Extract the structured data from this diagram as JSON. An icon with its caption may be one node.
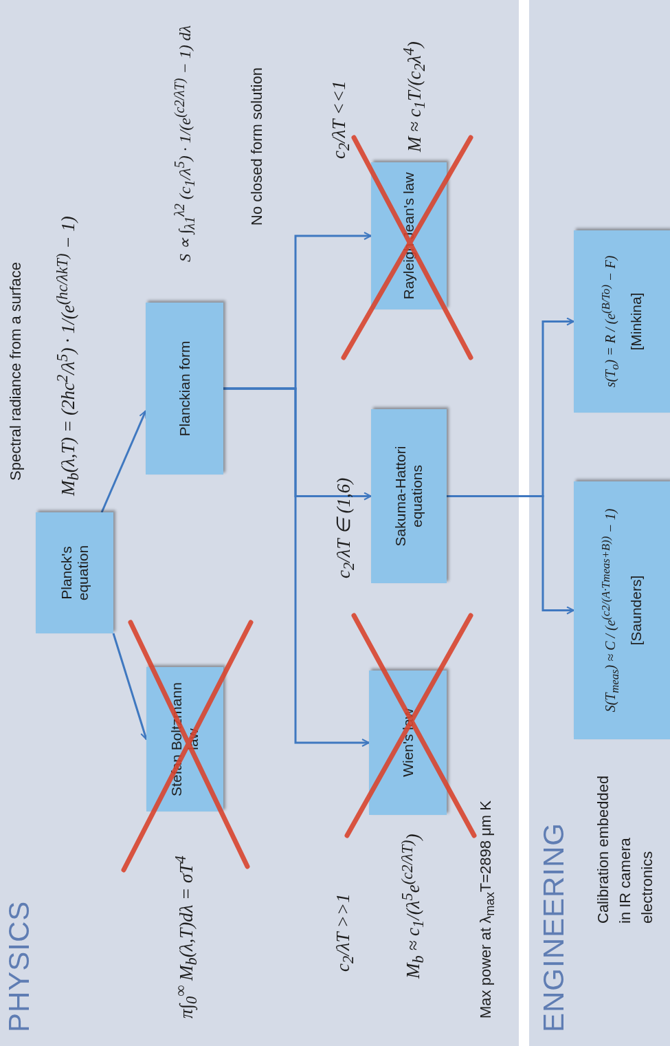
{
  "diagram": {
    "nodes": [
      {
        "text": [
          "Planck's equation"
        ]
      },
      {
        "text": [
          "Planckian form"
        ]
      },
      {
        "text": [
          "Stefan Boltzmann law"
        ]
      },
      {
        "text": [
          "Wien's law"
        ]
      },
      {
        "text": [
          "Sakuma-Hattori equations"
        ]
      },
      {
        "text": [
          "Rayleigh Jean's law"
        ]
      },
      {
        "text": [
          "S(T$_{meas}$) ≈ C / (e$^{(c2/(A·Tmeas+B))}$ − 1)",
          "[Saunders]"
        ]
      },
      {
        "text": [
          "s(T$_{o}$) = R / (e$^{(B/To)}$ − F)",
          "[Minkina]"
        ]
      }
    ],
    "edges": [
      {
        "from": 0,
        "to": 2,
        "arrow": "to"
      },
      {
        "from": 0,
        "to": 1,
        "arrow": "to"
      },
      {
        "from": 1,
        "to": 3,
        "arrow": "to"
      },
      {
        "from": 1,
        "to": 4,
        "arrow": "to"
      },
      {
        "from": 1,
        "to": 5,
        "arrow": "to"
      },
      {
        "from": 4,
        "to": 6,
        "arrow": "to"
      },
      {
        "from": 4,
        "to": 7,
        "arrow": "to"
      }
    ],
    "labels": [
      "PHYSICS",
      "Spectral radiance from a surface",
      "M$_{b}$(λ,T) = (2hc$^{2}$/λ$^{5}$) · 1/(e$^{(hc/λkT)}$ − 1)",
      "S ∝ ∫$_{λ1}$$^{λ2}$ (c$_{1}$/λ$^{5}$) · 1/(e$^{(c2/λT)}$ − 1) dλ",
      "No closed form solution",
      "π∫$_{0}$$^{∞}$ M$_{b}$(λ,T)dλ = σT$^{4}$",
      "c$_{2}$/λT >>1",
      "M$_{b}$ ≈ c$_{1}$/(λ$^{5}$e$^{(c2/λT)}$)",
      "c$_{2}$/λT ∈ (1,6)",
      "c$_{2}$/λT <<1",
      "M ≈ c$_{1}$T/(c$_{2}$λ$^{4}$)",
      "Max power at λ$_{max}$T=2898 μm K",
      "ENGINEERING",
      "Calibration embedded in IR camera electronics"
    ]
  }
}
